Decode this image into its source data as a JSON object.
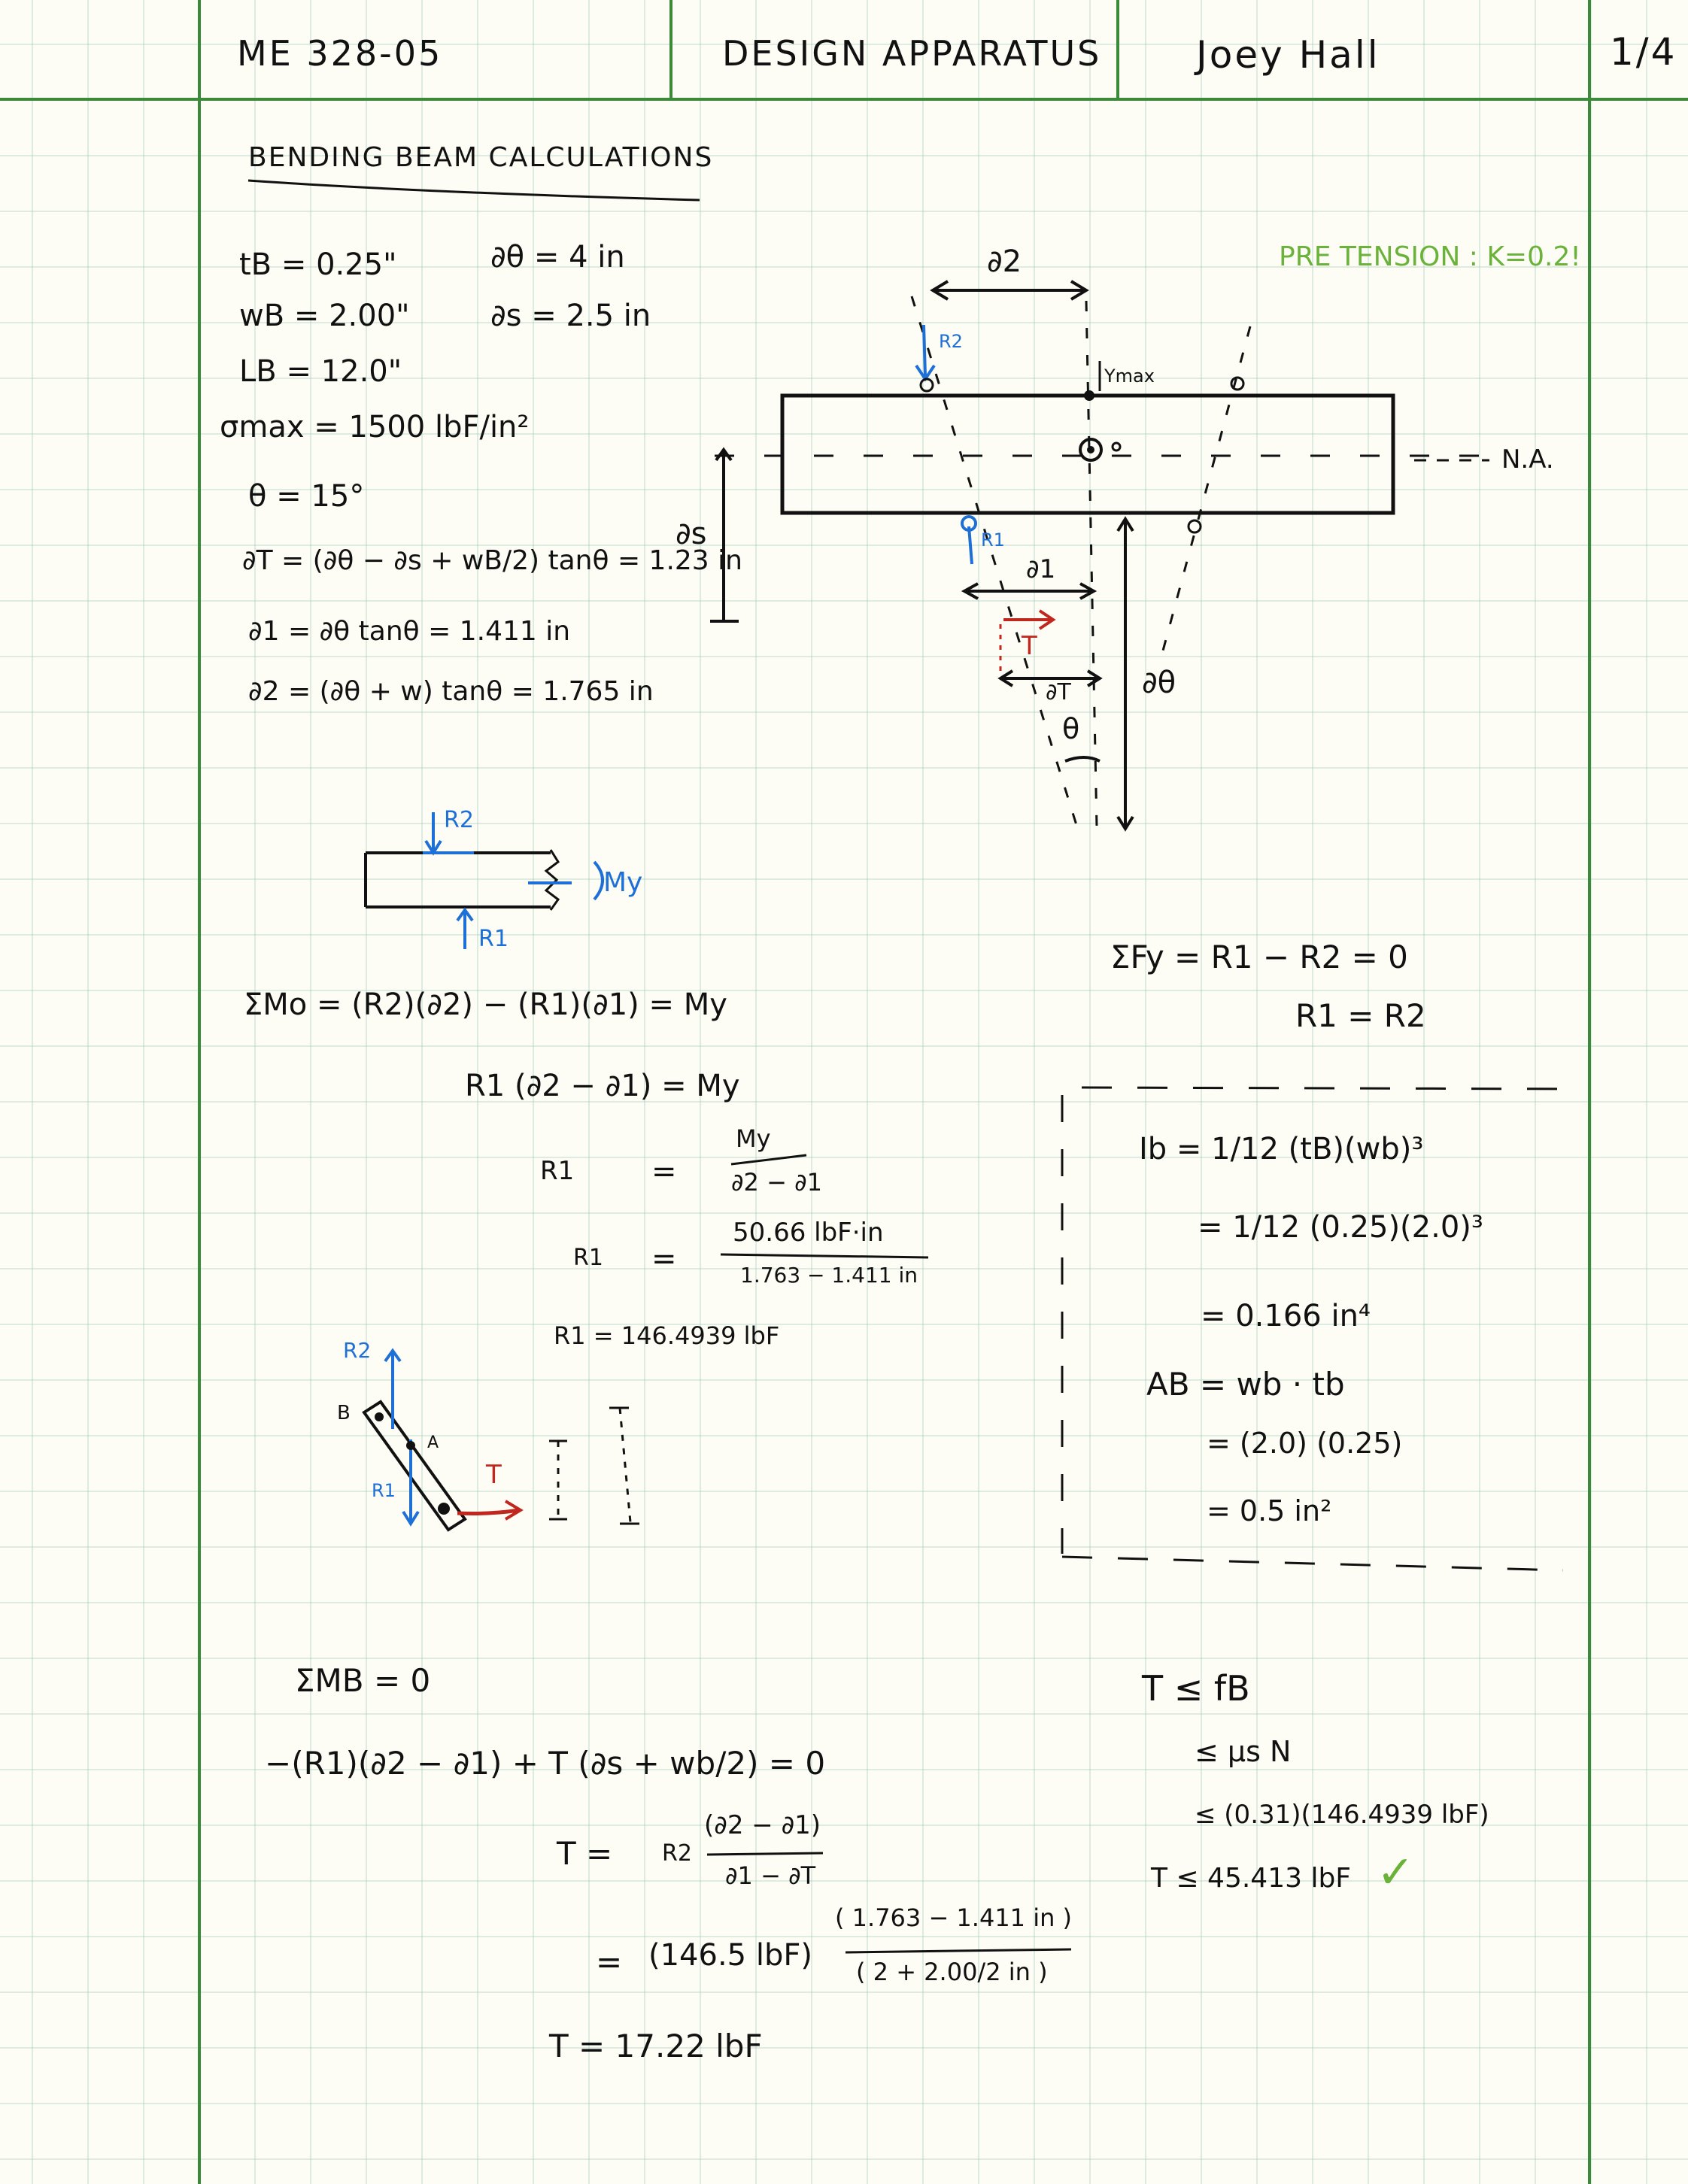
{
  "header": {
    "course": "ME 328-05",
    "title": "DESIGN APPARATUS",
    "author": "Joey Hall",
    "page": "1/4"
  },
  "section_title": "BENDING BEAM CALCULATIONS",
  "givens": {
    "tB": "tB = 0.25\"",
    "wB": "wB = 2.00\"",
    "LB": "LB = 12.0\"",
    "sigma": "σmax = 1500 lbF/in²",
    "theta": "θ = 15°",
    "d_theta": "∂θ = 4 in",
    "d_s": "∂s = 2.5 in"
  },
  "derived": {
    "dT": "∂T = (∂θ − ∂s + wB/2) tanθ = 1.23 in",
    "d1": "∂1 = ∂θ tanθ = 1.411 in",
    "d2": "∂2 = (∂θ + w) tanθ = 1.765 in"
  },
  "pretension_note": "PRE TENSION : K=0.2!",
  "diagram_labels": {
    "d2": "∂2",
    "R2": "R2",
    "ymax": "Ymax",
    "na": "N.A.",
    "ds": "∂s",
    "R1": "R1",
    "d1": "∂1",
    "T": "T",
    "dT": "∂T",
    "theta": "θ",
    "d_theta": "∂θ"
  },
  "fbd_labels": {
    "R2": "R2",
    "My": "My",
    "R1": "R1"
  },
  "moment_eqs": {
    "sum": "ΣMo = (R2)(∂2) − (R1)(∂1) = My",
    "step1": "R1 (∂2 − ∂1) = My",
    "step2_lhs": "R1",
    "step2_eq": "=",
    "step2_num": "My",
    "step2_den": "∂2 − ∂1",
    "step3_lhs": "R1",
    "step3_eq": "=",
    "step3_num": "50.66 lbF·in",
    "step3_den": "1.763 − 1.411 in",
    "step4": "R1 = 146.4939 lbF"
  },
  "force_eqs": {
    "sum": "ΣFy = R1 − R2 = 0",
    "result": "R1 = R2"
  },
  "box_eqs": {
    "Ib": "Ib = 1/12 (tB)(wb)³",
    "Ib2": "= 1/12 (0.25)(2.0)³",
    "Ib3": "= 0.166 in⁴",
    "AB": "AB = wb · tb",
    "AB2": "= (2.0) (0.25)",
    "AB3": "= 0.5 in²"
  },
  "sketch_labels": {
    "R2": "R2",
    "B": "B",
    "A": "A",
    "R1": "R1",
    "T": "T"
  },
  "tension_eqs": {
    "sum": "ΣMB = 0",
    "eq": "−(R1)(∂2 − ∂1) + T (∂s + wb/2) = 0",
    "T_lhs": "T =",
    "T_num": "(∂2 − ∂1)",
    "T_mid": "R2",
    "T_den": "∂1 − ∂T",
    "val_eq": "=",
    "val_mid": "(146.5 lbF)",
    "val_num": "( 1.763 − 1.411 in )",
    "val_den": "( 2 + 2.00/2 in )",
    "result": "T = 17.22 lbF"
  },
  "friction_eqs": {
    "l1": "T ≤ fB",
    "l2": "≤ μs N",
    "l3": "≤ (0.31)(146.4939 lbF)",
    "l4": "T ≤ 45.413 lbF",
    "check": "✓"
  },
  "colors": {
    "grid_green": "#3a8a3a",
    "blue": "#1e6fd6",
    "red": "#c0281f",
    "check_green": "#6ab23a"
  }
}
